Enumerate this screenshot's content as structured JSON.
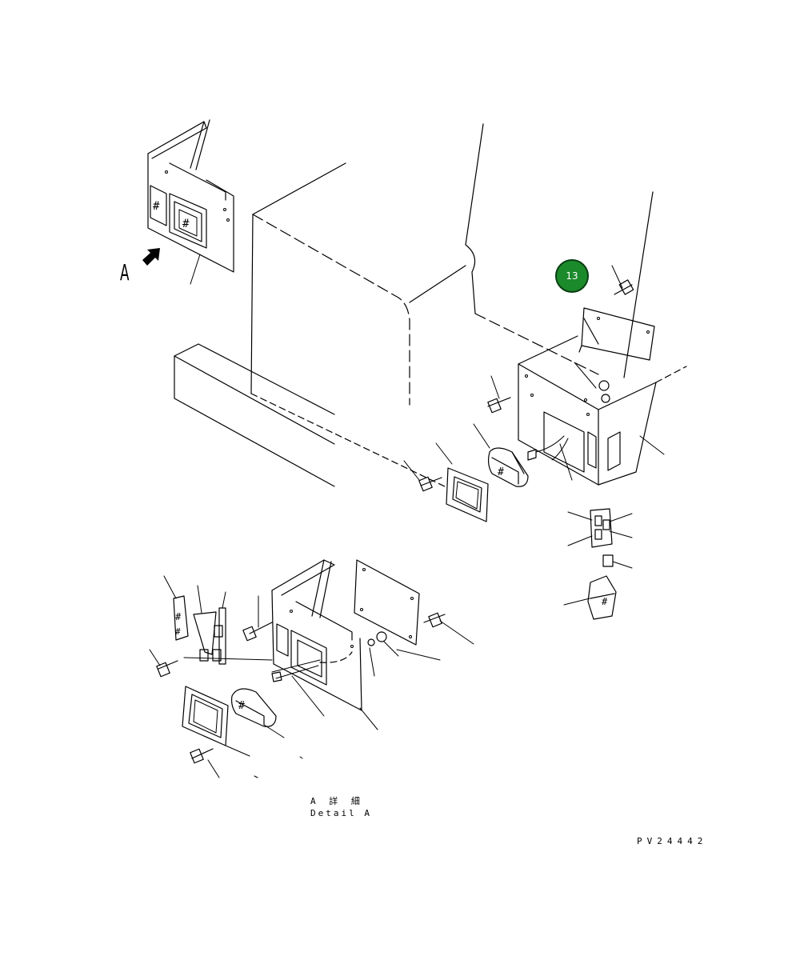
{
  "view_marker": {
    "letter": "A"
  },
  "callout": {
    "number": "13",
    "color": "#1b8a2b"
  },
  "detail_caption": {
    "line1": "A 詳 細",
    "line2": "Detail A"
  },
  "drawing_number": "PV24442",
  "panel_glyph": "#",
  "icons": {
    "view_arrow": "view-direction-arrow-icon"
  }
}
